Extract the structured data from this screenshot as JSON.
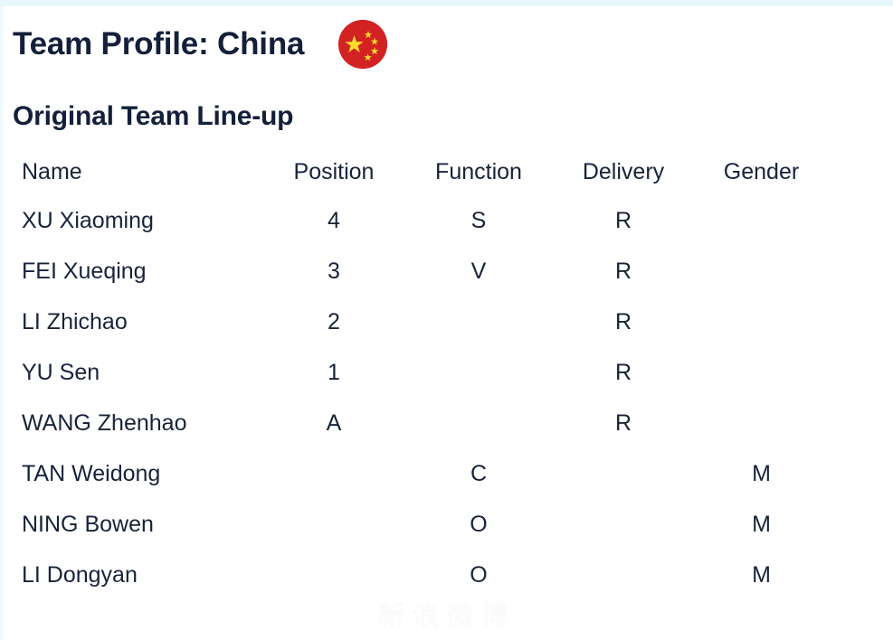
{
  "header": {
    "title": "Team Profile: China",
    "flag_icon": "china-flag-circle-icon",
    "flag_colors": {
      "field": "#d32222",
      "star": "#ffde2e"
    }
  },
  "section": {
    "heading": "Original Team Line-up"
  },
  "table": {
    "columns": [
      "Name",
      "Position",
      "Function",
      "Delivery",
      "Gender"
    ],
    "rows": [
      {
        "name": "XU Xiaoming",
        "position": "4",
        "function": "S",
        "delivery": "R",
        "gender": ""
      },
      {
        "name": "FEI Xueqing",
        "position": "3",
        "function": "V",
        "delivery": "R",
        "gender": ""
      },
      {
        "name": "LI Zhichao",
        "position": "2",
        "function": "",
        "delivery": "R",
        "gender": ""
      },
      {
        "name": "YU Sen",
        "position": "1",
        "function": "",
        "delivery": "R",
        "gender": ""
      },
      {
        "name": "WANG Zhenhao",
        "position": "A",
        "function": "",
        "delivery": "R",
        "gender": ""
      },
      {
        "name": "TAN Weidong",
        "position": "",
        "function": "C",
        "delivery": "",
        "gender": "M"
      },
      {
        "name": "NING Bowen",
        "position": "",
        "function": "O",
        "delivery": "",
        "gender": "M"
      },
      {
        "name": "LI Dongyan",
        "position": "",
        "function": "O",
        "delivery": "",
        "gender": "M"
      }
    ]
  },
  "watermark": {
    "text": "新浪微博"
  },
  "theme": {
    "text_color": "#18233a",
    "heading_color": "#14203a",
    "background": "#ffffff",
    "top_tint": "#e8f7fb"
  }
}
